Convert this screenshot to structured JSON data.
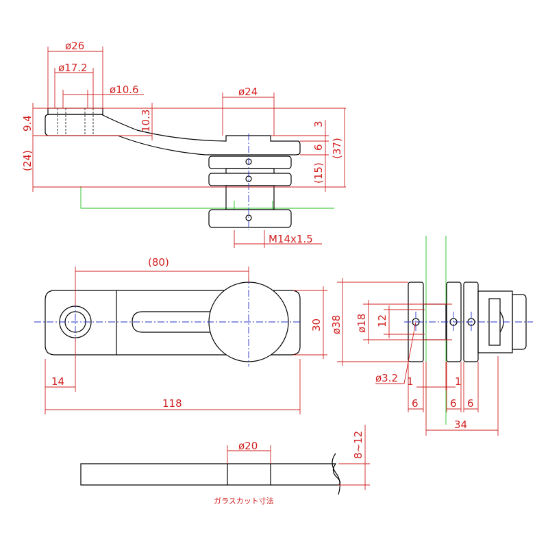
{
  "side_view": {
    "d26": "ø26",
    "d17_2": "ø17.2",
    "d10_6": "ø10.6",
    "d24": "ø24",
    "h9_4": "9.4",
    "h10_3": "10.3",
    "h3": "3",
    "h6": "6",
    "h37": "(37)",
    "h15": "(15)",
    "h24": "(24)",
    "thread": "M14x1.5"
  },
  "top_view": {
    "len80": "(80)",
    "w30": "30",
    "len14": "14",
    "len118": "118"
  },
  "end_view": {
    "d38": "ø38",
    "d18": "ø18",
    "w12": "12",
    "d3_2": "ø3.2",
    "t1a": "1",
    "t1b": "1",
    "t6a": "6",
    "t6b": "6",
    "t6c": "6",
    "len34": "34"
  },
  "glass_view": {
    "hole": "ø20",
    "thickness": "8~12",
    "caption": "ガラスカット寸法"
  }
}
